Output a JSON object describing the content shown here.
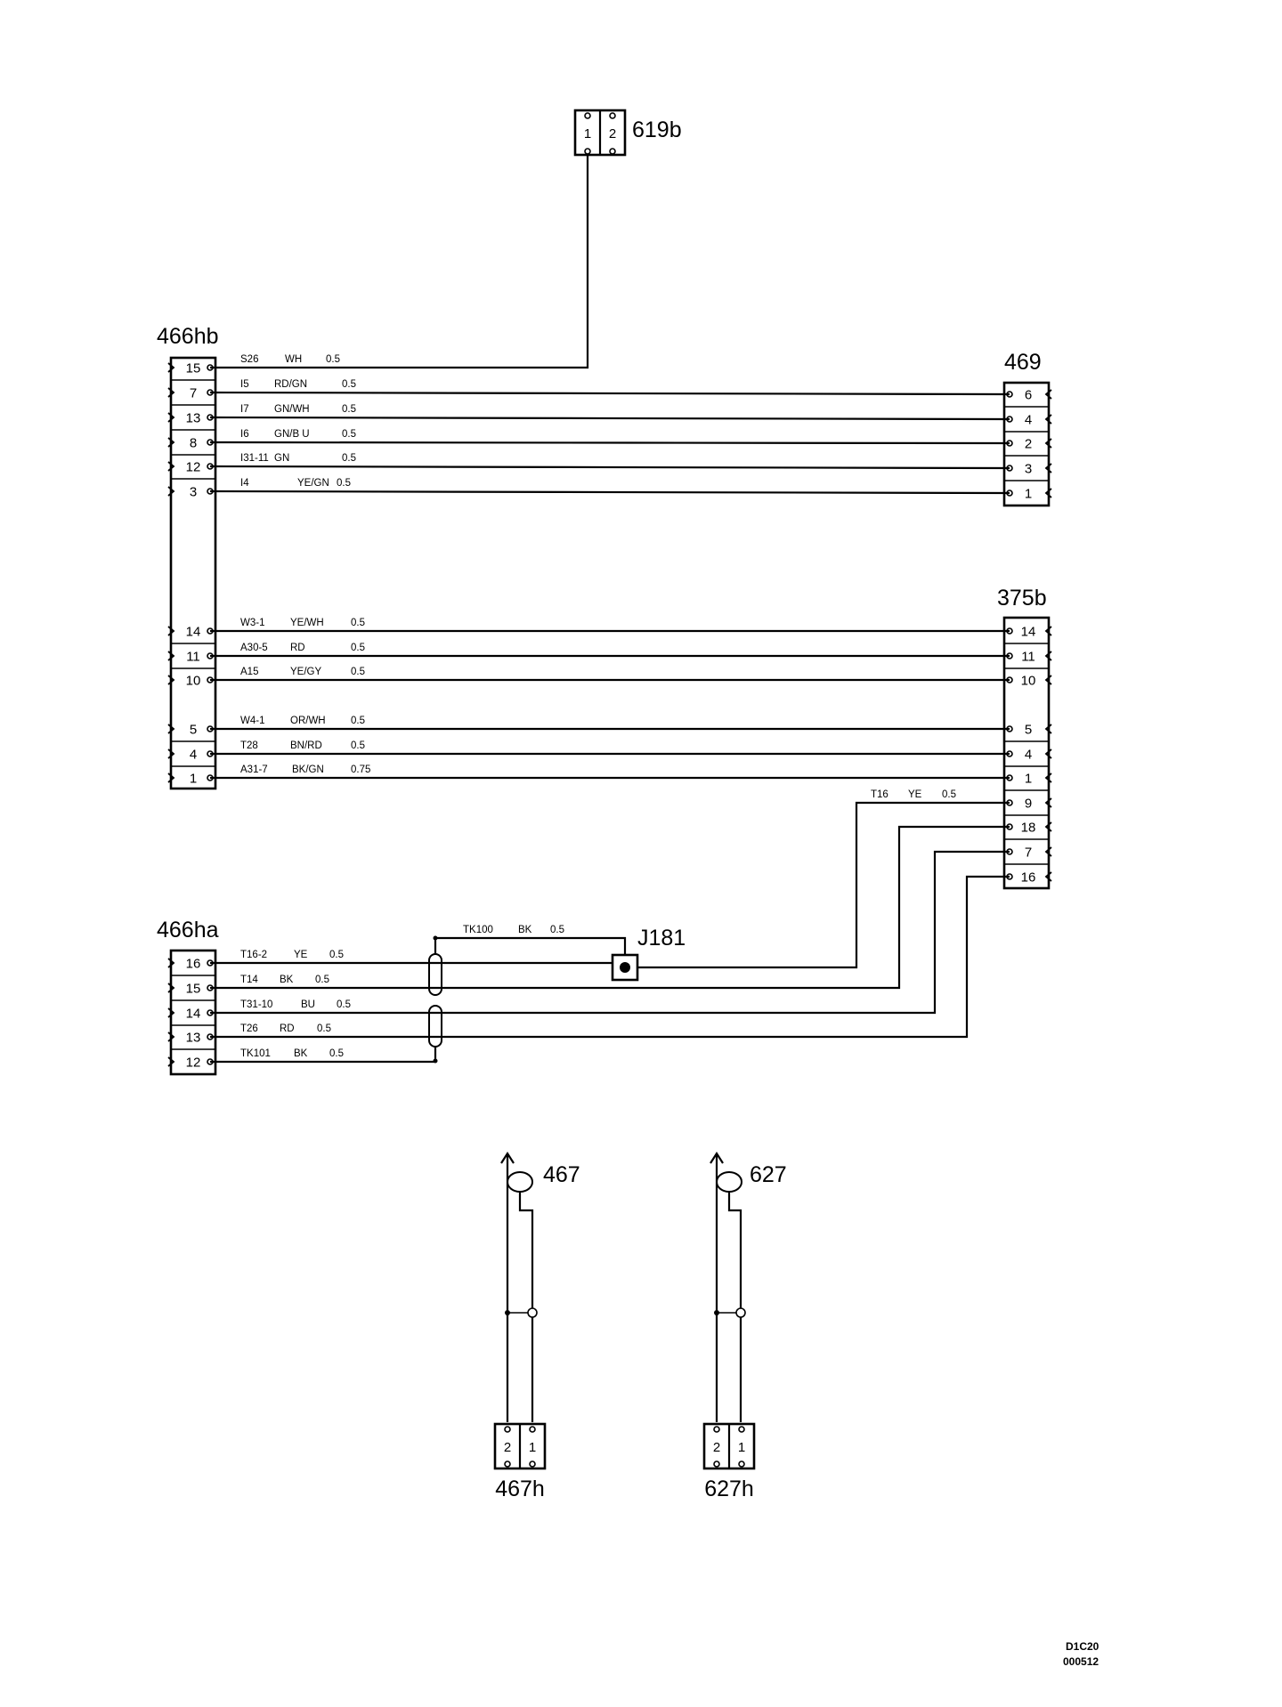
{
  "connectors": {
    "c619b": {
      "label": "619b",
      "pins": [
        "1",
        "2"
      ]
    },
    "c466hb": {
      "label": "466hb",
      "pins": [
        "15",
        "7",
        "13",
        "8",
        "12",
        "3",
        "14",
        "11",
        "10",
        "5",
        "4",
        "1"
      ]
    },
    "c469": {
      "label": "469",
      "pins": [
        "6",
        "4",
        "2",
        "3",
        "1"
      ]
    },
    "c375b": {
      "label": "375b",
      "pins": [
        "14",
        "11",
        "10",
        "5",
        "4",
        "1",
        "9",
        "18",
        "7",
        "16"
      ]
    },
    "c466ha": {
      "label": "466ha",
      "pins": [
        "16",
        "15",
        "14",
        "13",
        "12"
      ]
    },
    "cJ181": {
      "label": "J181"
    },
    "c467": {
      "label": "467"
    },
    "c627": {
      "label": "627"
    },
    "c467h": {
      "label": "467h",
      "pins": [
        "2",
        "1"
      ]
    },
    "c627h": {
      "label": "627h",
      "pins": [
        "2",
        "1"
      ]
    }
  },
  "wires": [
    {
      "id": "S26",
      "color": "WH",
      "size": "0.5",
      "from": "466hb-15",
      "to": "619b-1"
    },
    {
      "id": "I5",
      "color": "RD/GN",
      "size": "0.5",
      "from": "466hb-7",
      "to": "469-6"
    },
    {
      "id": "I7",
      "color": "GN/WH",
      "size": "0.5",
      "from": "466hb-13",
      "to": "469-4"
    },
    {
      "id": "I6",
      "color": "GN/B U",
      "size": "0.5",
      "from": "466hb-8",
      "to": "469-2"
    },
    {
      "id": "I31-11",
      "color": "GN",
      "size": "0.5",
      "from": "466hb-12",
      "to": "469-3"
    },
    {
      "id": "I4",
      "color": "YE/GN",
      "size": "0.5",
      "from": "466hb-3",
      "to": "469-1"
    },
    {
      "id": "W3-1",
      "color": "YE/WH",
      "size": "0.5",
      "from": "466hb-14",
      "to": "375b-14"
    },
    {
      "id": "A30-5",
      "color": "RD",
      "size": "0.5",
      "from": "466hb-11",
      "to": "375b-11"
    },
    {
      "id": "A15",
      "color": "YE/GY",
      "size": "0.5",
      "from": "466hb-10",
      "to": "375b-10"
    },
    {
      "id": "W4-1",
      "color": "OR/WH",
      "size": "0.5",
      "from": "466hb-5",
      "to": "375b-5"
    },
    {
      "id": "T28",
      "color": "BN/RD",
      "size": "0.5",
      "from": "466hb-4",
      "to": "375b-4"
    },
    {
      "id": "A31-7",
      "color": "BK/GN",
      "size": "0.75",
      "from": "466hb-1",
      "to": "375b-1"
    },
    {
      "id": "T16",
      "color": "YE",
      "size": "0.5",
      "from": "J181",
      "to": "375b-9"
    },
    {
      "id": "TK100",
      "color": "BK",
      "size": "0.5",
      "from": "shield-1",
      "to": "J181"
    },
    {
      "id": "T16-2",
      "color": "YE",
      "size": "0.5",
      "from": "466ha-16",
      "to": "J181"
    },
    {
      "id": "T14",
      "color": "BK",
      "size": "0.5",
      "from": "466ha-15",
      "to": "375b-18"
    },
    {
      "id": "T31-10",
      "color": "BU",
      "size": "0.5",
      "from": "466ha-14",
      "to": "375b-7"
    },
    {
      "id": "T26",
      "color": "RD",
      "size": "0.5",
      "from": "466ha-13",
      "to": "375b-16"
    },
    {
      "id": "TK101",
      "color": "BK",
      "size": "0.5",
      "from": "466ha-12",
      "to": "shield-2"
    }
  ],
  "footer": {
    "code": "D1C20",
    "date": "000512"
  }
}
